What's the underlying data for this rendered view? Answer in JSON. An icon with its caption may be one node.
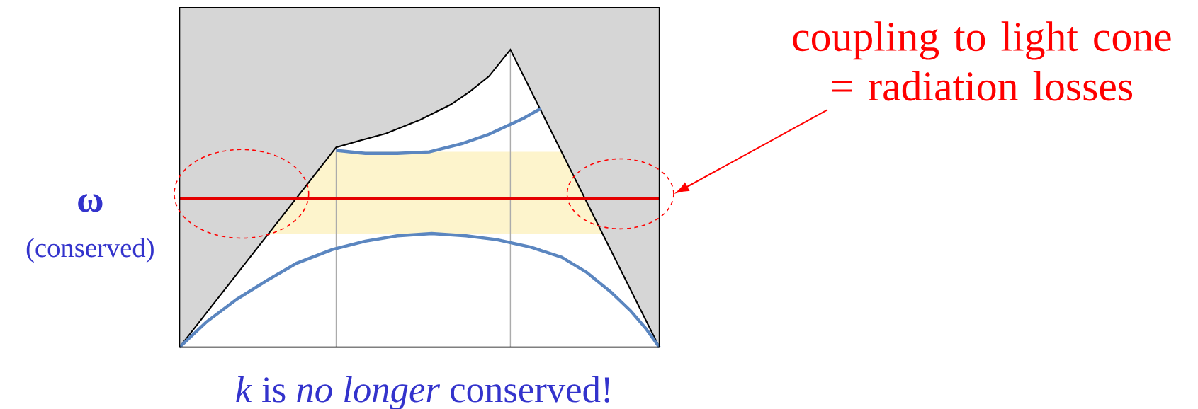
{
  "diagram": {
    "nodes": [
      {
        "text": [],
        "shape": "ellipse"
      },
      {
        "text": [
          "coupling to light cone = radiation losses"
        ]
      }
    ],
    "edges": [
      {
        "from": 1,
        "to": 0,
        "arrow": "to"
      }
    ],
    "labels": [
      "ω",
      "(conserved)",
      "*k* is *no longer* conserved!"
    ]
  }
}
